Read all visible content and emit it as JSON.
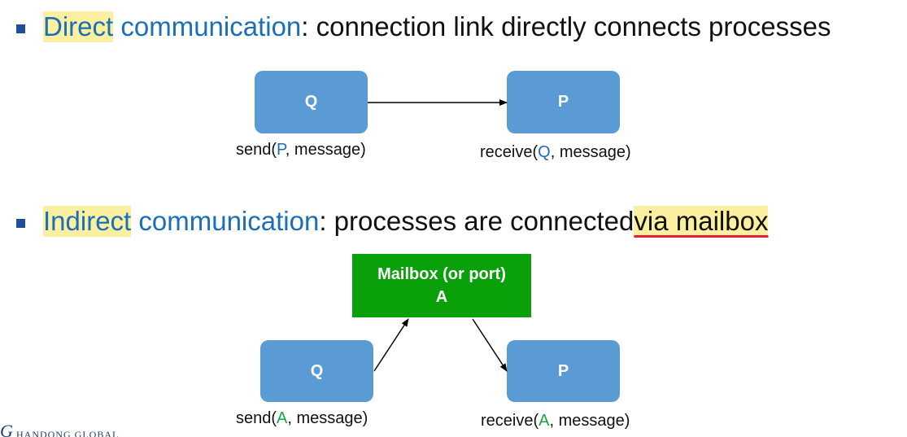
{
  "direct": {
    "term1": "Direct",
    "term2": "communication",
    "rest": ": connection link directly connects processes",
    "sender": {
      "label": "Q",
      "call_fn": "send(",
      "call_arg": "P",
      "call_rest": ", message)"
    },
    "receiver": {
      "label": "P",
      "call_fn": "receive(",
      "call_arg": "Q",
      "call_rest": ", message)"
    }
  },
  "indirect": {
    "term1": "Indirect",
    "term2": "communication",
    "rest": ": processes are connected ",
    "emphasis": "via mailbox",
    "mailbox": {
      "line1": "Mailbox (or port)",
      "line2": "A"
    },
    "sender": {
      "label": "Q",
      "call_fn": "send(",
      "call_arg": "A",
      "call_rest": ", message)"
    },
    "receiver": {
      "label": "P",
      "call_fn": "receive(",
      "call_arg": "A",
      "call_rest": ", message)"
    }
  },
  "logo": {
    "mark": "G",
    "text": "HANDONG GLOBAL"
  },
  "colors": {
    "process_box": "#5b9bd5",
    "mailbox": "#0aa00a",
    "term_blue": "#1a6fb8",
    "arg_green": "#1aa63c",
    "highlight": "#fcf0a0",
    "underline": "#e0203a"
  }
}
